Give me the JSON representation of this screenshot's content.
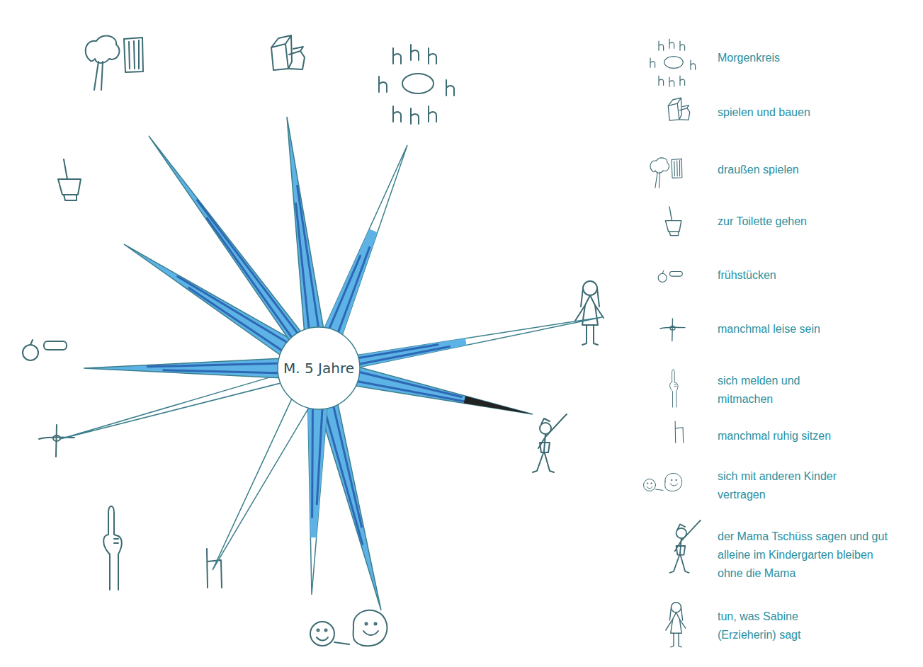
{
  "diagram": {
    "nodes": [
      {
        "text": [
          "M. 5 Jahre"
        ]
      }
    ],
    "legend": [
      {
        "text": "Morgenkreis"
      },
      {
        "text": "spielen und bauen"
      },
      {
        "text": "draußen spielen"
      },
      {
        "text": "zur Toilette gehen"
      },
      {
        "text": "frühstücken"
      },
      {
        "text": "manchmal leise sein"
      },
      {
        "text": "sich melden und mitmachen"
      },
      {
        "text": "manchmal ruhig sitzen"
      },
      {
        "text": "sich mit anderen Kinder vertragen"
      },
      {
        "text": "der Mama Tschüss sagen und gut alleine im Kindergarten bleiben ohne die Mama"
      },
      {
        "text": "tun, was Sabine (Erzieherin) sagt"
      }
    ]
  }
}
